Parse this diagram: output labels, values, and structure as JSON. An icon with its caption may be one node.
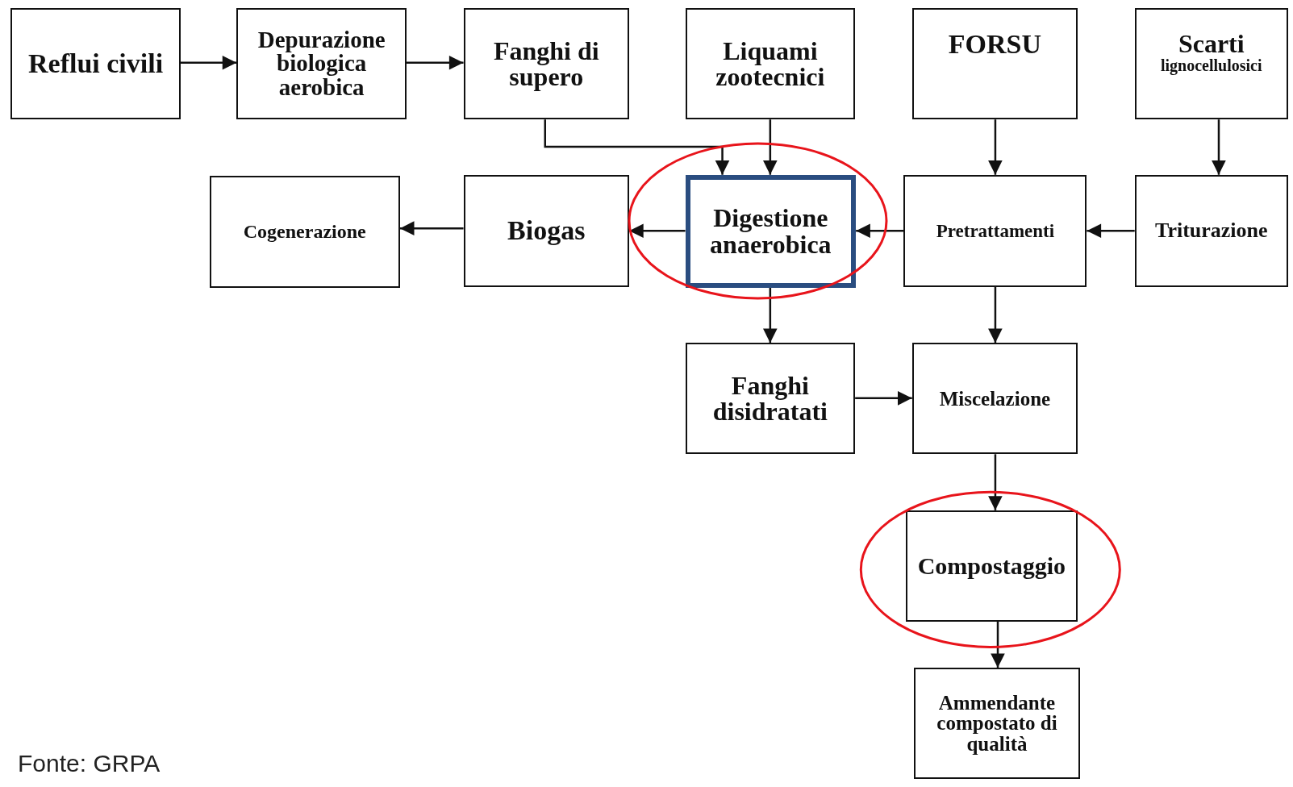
{
  "diagram": {
    "nodes": [
      {
        "text": [
          "Reflui civili"
        ]
      },
      {
        "text": [
          "Depurazione biologica aerobica"
        ]
      },
      {
        "text": [
          "Fanghi di supero"
        ]
      },
      {
        "text": [
          "Liquami zootecnici"
        ]
      },
      {
        "text": [
          "FORSU"
        ]
      },
      {
        "text": [
          "Scarti",
          "lignocellulosici"
        ]
      },
      {
        "text": [
          "Cogenerazione"
        ]
      },
      {
        "text": [
          "Biogas"
        ]
      },
      {
        "text": [
          "Digestione anaerobica"
        ]
      },
      {
        "text": [
          "Pretrattamenti"
        ]
      },
      {
        "text": [
          "Triturazione"
        ]
      },
      {
        "text": [
          "Fanghi disidratati"
        ]
      },
      {
        "text": [
          "Miscelazione"
        ]
      },
      {
        "text": [
          "Compostaggio"
        ]
      },
      {
        "text": [
          "Ammendante compostato di qualità"
        ]
      }
    ],
    "edges": [
      {
        "from": 0,
        "to": 1,
        "arrow": "to"
      },
      {
        "from": 1,
        "to": 2,
        "arrow": "to"
      },
      {
        "from": 2,
        "to": 8,
        "arrow": "to"
      },
      {
        "from": 3,
        "to": 8,
        "arrow": "to"
      },
      {
        "from": 4,
        "to": 9,
        "arrow": "to"
      },
      {
        "from": 5,
        "to": 10,
        "arrow": "to"
      },
      {
        "from": 10,
        "to": 9,
        "arrow": "to"
      },
      {
        "from": 9,
        "to": 8,
        "arrow": "to"
      },
      {
        "from": 8,
        "to": 7,
        "arrow": "to"
      },
      {
        "from": 7,
        "to": 6,
        "arrow": "to"
      },
      {
        "from": 8,
        "to": 11,
        "arrow": "to"
      },
      {
        "from": 9,
        "to": 12,
        "arrow": "to"
      },
      {
        "from": 11,
        "to": 12,
        "arrow": "to"
      },
      {
        "from": 12,
        "to": 13,
        "arrow": "to"
      },
      {
        "from": 13,
        "to": 14,
        "arrow": "to"
      }
    ],
    "labels": [
      "Fonte: GRPA"
    ]
  }
}
